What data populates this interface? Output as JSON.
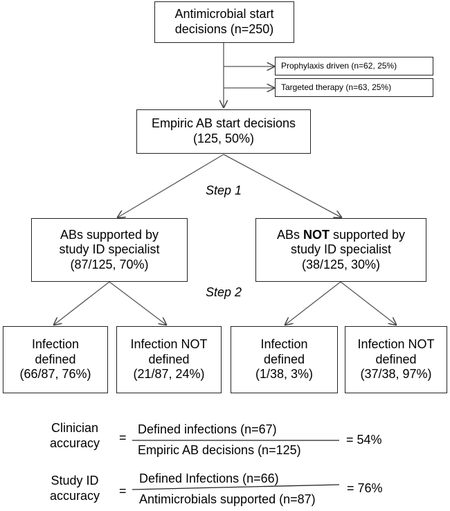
{
  "flow": {
    "start": {
      "line1": "Antimicrobial start",
      "line2": "decisions (n=250)"
    },
    "prophylaxis": "Prophylaxis driven (n=62, 25%)",
    "targeted": "Targeted therapy (n=63, 25%)",
    "empiric": {
      "line1": "Empiric AB start decisions",
      "line2": "(125, 50%)"
    },
    "step1": "Step 1",
    "step2": "Step 2",
    "supported": {
      "line1": "ABs supported by",
      "line2": "study ID specialist",
      "line3": "(87/125, 70%)"
    },
    "not_supported": {
      "pre": "ABs ",
      "bold": "NOT",
      "post": " supported by",
      "line2": "study ID specialist",
      "line3": "(38/125, 30%)"
    },
    "leaves": [
      {
        "line1": "Infection",
        "line2": "defined",
        "line3": "(66/87, 76%)"
      },
      {
        "line1": "Infection NOT",
        "line2": "defined",
        "line3": "(21/87, 24%)"
      },
      {
        "line1": "Infection",
        "line2": "defined",
        "line3": "(1/38, 3%)"
      },
      {
        "line1": "Infection NOT",
        "line2": "defined",
        "line3": "(37/38, 97%)"
      }
    ]
  },
  "formulas": {
    "clinician": {
      "label1": "Clinician",
      "label2": "accuracy",
      "equals": "=",
      "numerator": "Defined infections (n=67)",
      "denominator": "Empiric AB decisions (n=125)",
      "result": "= 54%"
    },
    "study_id": {
      "label1": "Study ID",
      "label2": "accuracy",
      "equals": "=",
      "numerator": "Defined Infections (n=66)",
      "denominator": "Antimicrobials supported (n=87)",
      "result": "= 76%"
    }
  }
}
